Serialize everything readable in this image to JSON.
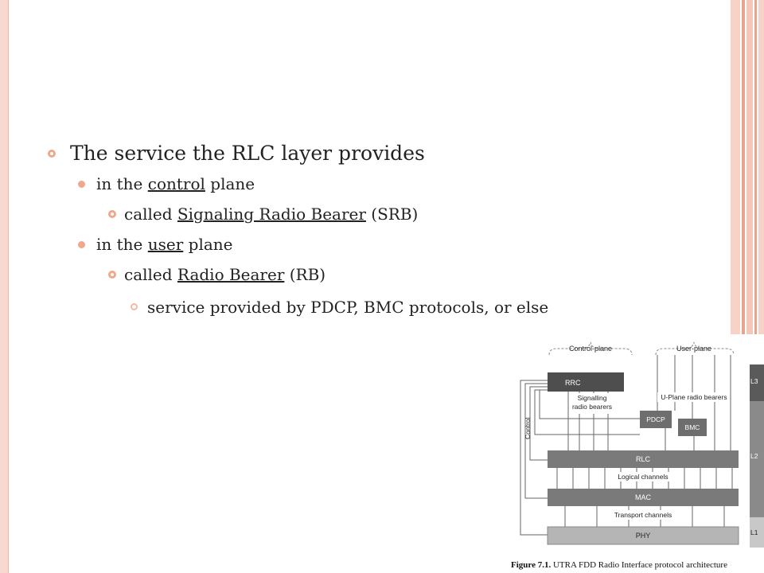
{
  "slide": {
    "bullets": {
      "l1": "The service the RLC layer provides",
      "control_plane": {
        "prefix": "in the ",
        "word": "control",
        "suffix": " plane"
      },
      "srb": {
        "prefix": "called ",
        "word": "Signaling Radio Bearer",
        "suffix": " (SRB)"
      },
      "user_plane": {
        "prefix": "in the ",
        "word": "user",
        "suffix": " plane"
      },
      "rb": {
        "prefix": "called ",
        "word": "Radio Bearer",
        "suffix": " (RB)"
      },
      "service": "service provided by PDCP, BMC protocols, or else"
    }
  },
  "figure": {
    "labels": {
      "control_plane": "Control-plane",
      "user_plane": "User-plane",
      "rrc": "RRC",
      "signalling_1": "Signalling",
      "signalling_2": "radio bearers",
      "uplane_bearers": "U-Plane radio bearers",
      "pdcp": "PDCP",
      "bmc": "BMC",
      "control": "Control",
      "rlc": "RLC",
      "logical_channels": "Logical channels",
      "mac": "MAC",
      "transport_channels": "Transport channels",
      "phy": "PHY",
      "l3": "L3",
      "l2": "L2",
      "l1": "L1"
    },
    "caption_bold": "Figure 7.1.",
    "caption_text": "UTRA FDD Radio Interface protocol architecture"
  },
  "colors": {
    "accent": "#f0a78a",
    "box_dark": "#555555",
    "box_mid": "#7a7a7a",
    "box_light": "#b5b5b5"
  }
}
